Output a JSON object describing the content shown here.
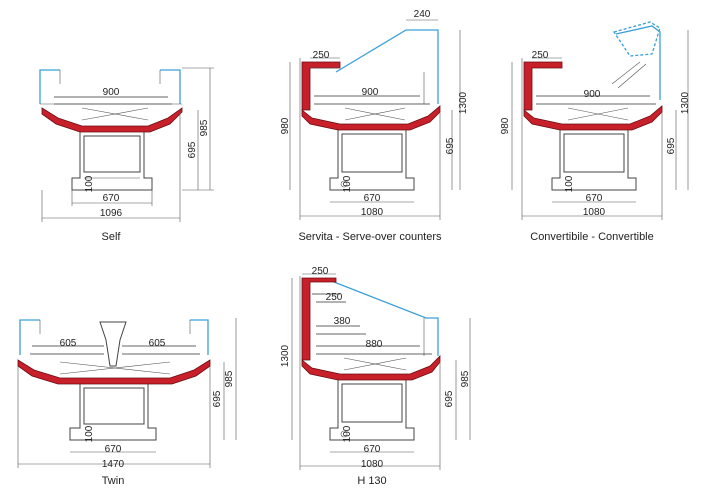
{
  "colors": {
    "insulation": "#c8202a",
    "glass": "#3aa0d8",
    "line": "#333333"
  },
  "drawings": {
    "self": {
      "caption": "Self",
      "shelf": "900",
      "base": "670",
      "width": "1096",
      "height": "985",
      "counter": "695",
      "foot": "100"
    },
    "servita": {
      "caption": "Servita - Serve-over counters",
      "top": "240",
      "ledge": "250",
      "shelf": "900",
      "base": "670",
      "width": "1080",
      "total": "1300",
      "height": "980",
      "counter": "695",
      "foot": "100"
    },
    "convertibile": {
      "caption": "Convertibile - Convertible",
      "ledge": "250",
      "shelf": "900",
      "base": "670",
      "width": "1080",
      "total": "1300",
      "height": "980",
      "counter": "695",
      "foot": "100"
    },
    "twin": {
      "caption": "Twin",
      "shelf_left": "605",
      "shelf_right": "605",
      "base": "670",
      "width": "1470",
      "height": "985",
      "counter": "695",
      "foot": "100"
    },
    "h130": {
      "caption": "H 130",
      "top": "250",
      "shelf1": "250",
      "shelf2": "380",
      "shelf3": "880",
      "base": "670",
      "width": "1080",
      "total": "1300",
      "height": "985",
      "counter": "695",
      "foot": "100"
    }
  }
}
